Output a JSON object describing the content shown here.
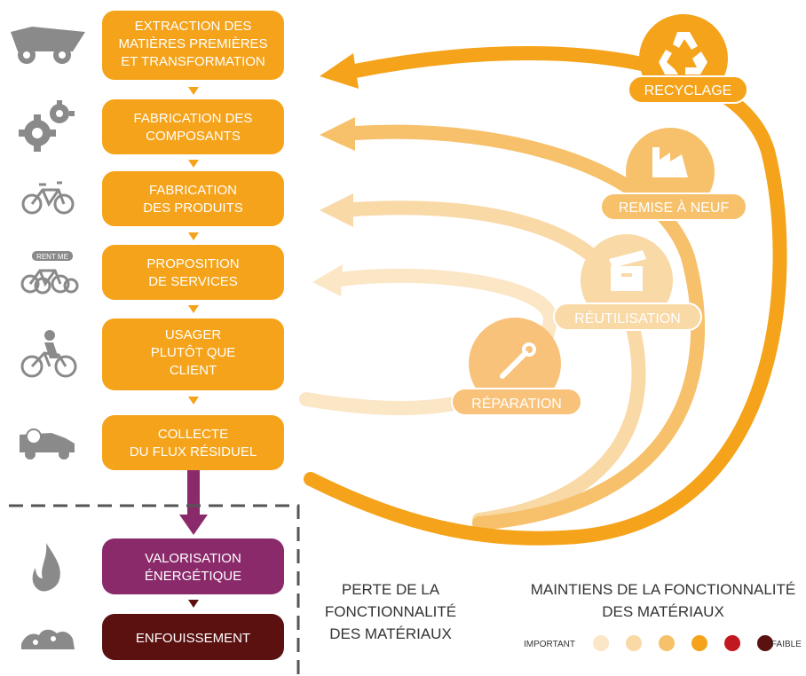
{
  "colors": {
    "orange": "#F5A31A",
    "orange_light": "#F7C06A",
    "orange_pale": "#F9D9A6",
    "orange_faint": "#FBE6C6",
    "purple": "#8B2A6B",
    "dark_red": "#5C1111",
    "icon_gray": "#8A8A8A"
  },
  "steps": [
    {
      "lines": [
        "EXTRACTION DES",
        "MATIÈRES PREMIÈRES",
        "ET TRANSFORMATION"
      ],
      "icon": "dump-truck-icon"
    },
    {
      "lines": [
        "FABRICATION DES",
        "COMPOSANTS"
      ],
      "icon": "gears-icon"
    },
    {
      "lines": [
        "FABRICATION",
        "DES PRODUITS"
      ],
      "icon": "bicycle-icon"
    },
    {
      "lines": [
        "PROPOSITION",
        "DE SERVICES"
      ],
      "icon": "rental-bicycles-icon"
    },
    {
      "lines": [
        "USAGER",
        "PLUTÔT QUE",
        "CLIENT"
      ],
      "icon": "cyclist-icon"
    },
    {
      "lines": [
        "COLLECTE",
        "DU FLUX RÉSIDUEL"
      ],
      "icon": "collection-truck-icon"
    }
  ],
  "loss_steps": [
    {
      "lines": [
        "VALORISATION",
        "ÉNERGÉTIQUE"
      ],
      "icon": "flame-icon"
    },
    {
      "lines": [
        "ENFOUISSEMENT"
      ],
      "icon": "landfill-icon"
    }
  ],
  "rent_tag": "RENT ME",
  "loops": [
    {
      "label": "RECYCLAGE",
      "icon": "recycle-icon"
    },
    {
      "label": "REMISE À NEUF",
      "icon": "factory-icon"
    },
    {
      "label": "RÉUTILISATION",
      "icon": "box-icon"
    },
    {
      "label": "RÉPARATION",
      "icon": "wrench-icon"
    }
  ],
  "loss_caption": [
    "PERTE DE LA",
    "FONCTIONNALITÉ",
    "DES MATÉRIAUX"
  ],
  "legend": {
    "title": [
      "MAINTIENS DE LA FONCTIONNALITÉ",
      "DES MATÉRIAUX"
    ],
    "low_label": "IMPORTANT",
    "high_label": "FAIBLE",
    "scale_colors": [
      "#FBE6C6",
      "#F9D9A6",
      "#F7C06A",
      "#F5A31A",
      "#C2181F",
      "#5C1111"
    ]
  }
}
